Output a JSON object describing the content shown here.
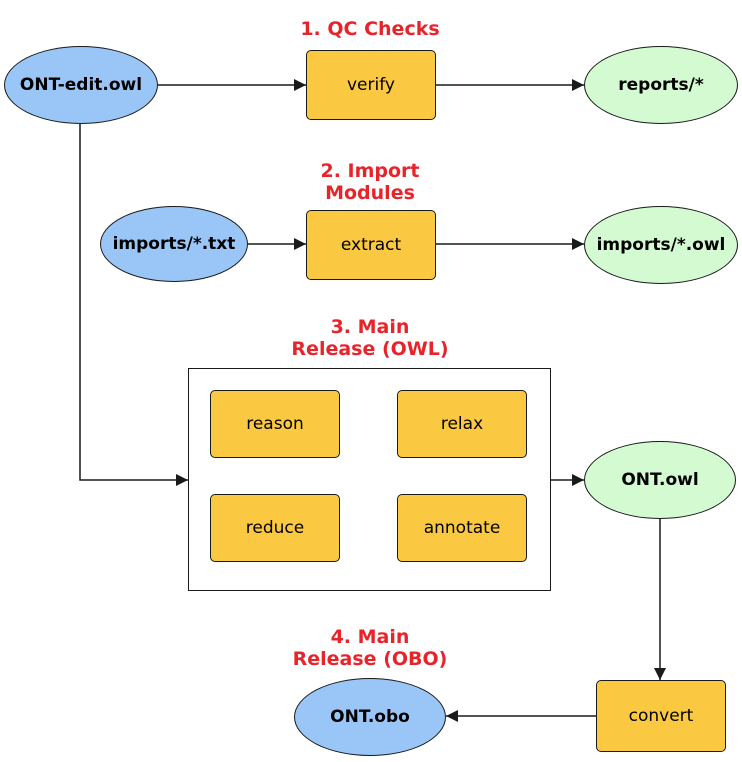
{
  "colors": {
    "input": "#99c6f6",
    "output": "#d3fad0",
    "process": "#fbc941",
    "title": "#e8242b",
    "line": "#1a1a1a"
  },
  "sections": {
    "qc_checks": {
      "title": "1. QC Checks"
    },
    "import_modules": {
      "title_line1": "2. Import",
      "title_line2": "Modules"
    },
    "main_owl": {
      "title_line1": "3. Main",
      "title_line2": "Release (OWL)"
    },
    "main_obo": {
      "title_line1": "4. Main",
      "title_line2": "Release (OBO)"
    }
  },
  "nodes": {
    "ont_edit": "ONT-edit.owl",
    "verify": "verify",
    "reports": "reports/*",
    "imports_txt": "imports/*.txt",
    "extract": "extract",
    "imports_owl": "imports/*.owl",
    "reason": "reason",
    "relax": "relax",
    "reduce": "reduce",
    "annotate": "annotate",
    "ont_owl": "ONT.owl",
    "convert": "convert",
    "ont_obo": "ONT.obo"
  }
}
